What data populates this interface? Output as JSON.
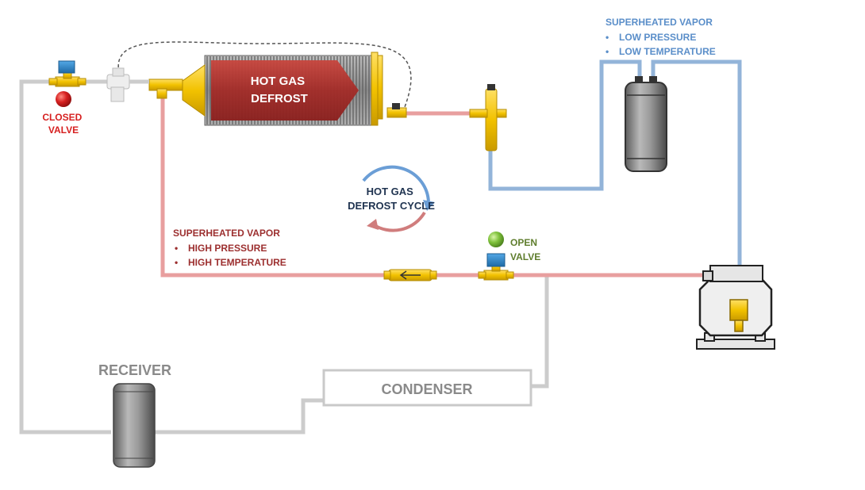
{
  "labels": {
    "closed_valve": [
      "CLOSED",
      "VALVE"
    ],
    "open_valve": [
      "OPEN",
      "VALVE"
    ],
    "evaporator": [
      "HOT GAS",
      "DEFROST"
    ],
    "cycle": [
      "HOT GAS",
      "DEFROST CYCLE"
    ],
    "receiver": "RECEIVER",
    "condenser": "CONDENSER",
    "suction_state": {
      "title": "SUPERHEATED VAPOR",
      "items": [
        "LOW PRESSURE",
        "LOW TEMPERATURE"
      ]
    },
    "discharge_state": {
      "title": "SUPERHEATED VAPOR",
      "items": [
        "HIGH PRESSURE",
        "HIGH TEMPERATURE"
      ]
    },
    "bullet": "•"
  },
  "colors": {
    "hot_line": "#e89f9f",
    "cold_line": "#93b4d9",
    "liquid_line": "#cccccc",
    "valve_yellow": "#f2c200",
    "closed_indicator": "#d62020",
    "open_indicator": "#7ec13b",
    "solenoid_blue": "#2a84c8",
    "hot_text": "#9c2f2f",
    "cold_text": "#5a8ec9",
    "gray_text": "#8a8a8a",
    "open_text": "#5f7d2d",
    "dark_blue_text": "#1f3350"
  }
}
